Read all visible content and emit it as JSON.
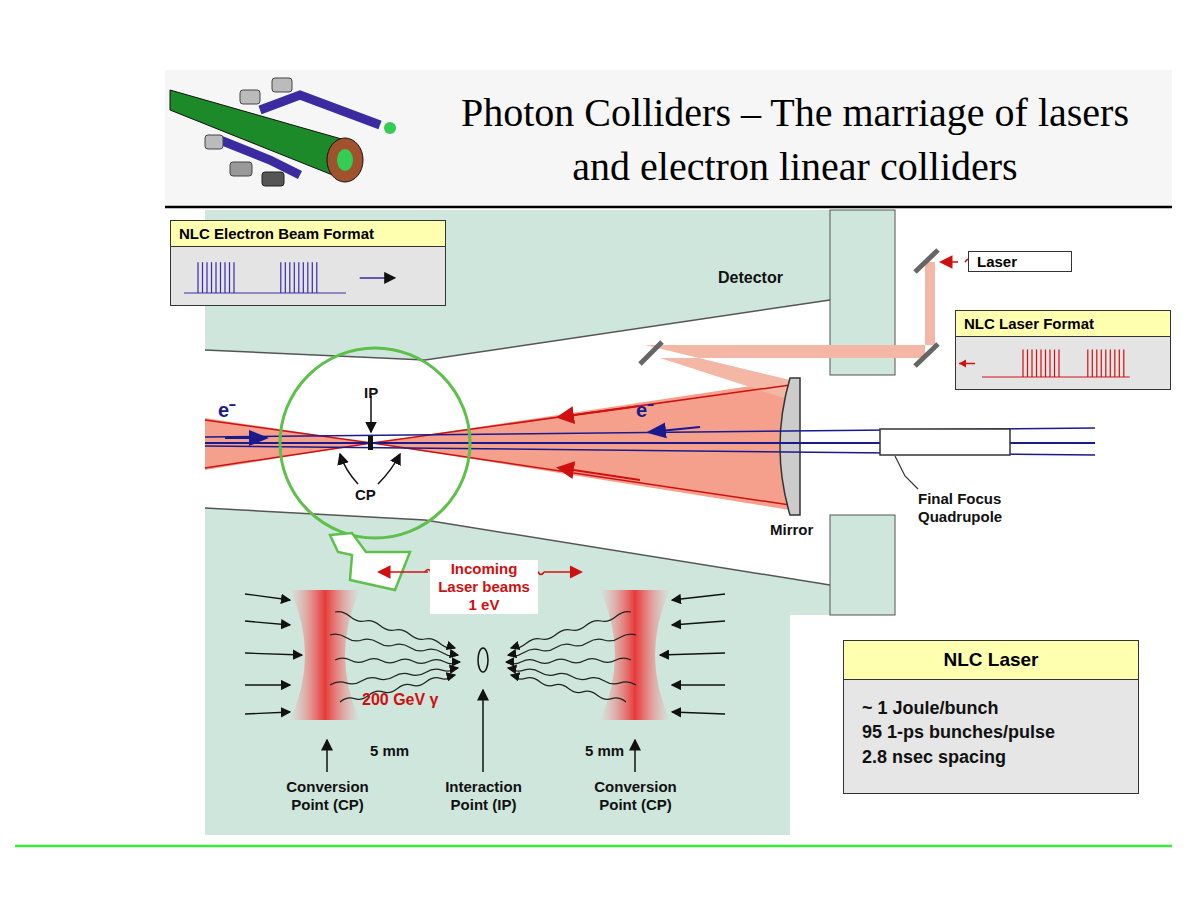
{
  "diagram": {
    "title": "Photon Colliders – The marriage of lasers and electron linear colliders",
    "nodes": [
      {
        "text": [
          "NLC Electron Beam Format"
        ]
      },
      {
        "text": [
          "Laser"
        ]
      },
      {
        "text": [
          "NLC Laser Format"
        ]
      },
      {
        "text": [
          "NLC Laser",
          "~ 1 Joule/bunch",
          "95 1-ps bunches/pulse",
          "2.8 nsec spacing"
        ]
      }
    ],
    "labels": [
      "Detector",
      "IP",
      "CP",
      "e⁻",
      "e⁻",
      "Mirror",
      "Final Focus Quadrupole",
      "Incoming Laser beams 1 eV",
      "200 GeV γ",
      "5 mm",
      "5 mm",
      "Conversion Point (CP)",
      "Interaction Point (IP)",
      "Conversion Point (CP)"
    ]
  }
}
